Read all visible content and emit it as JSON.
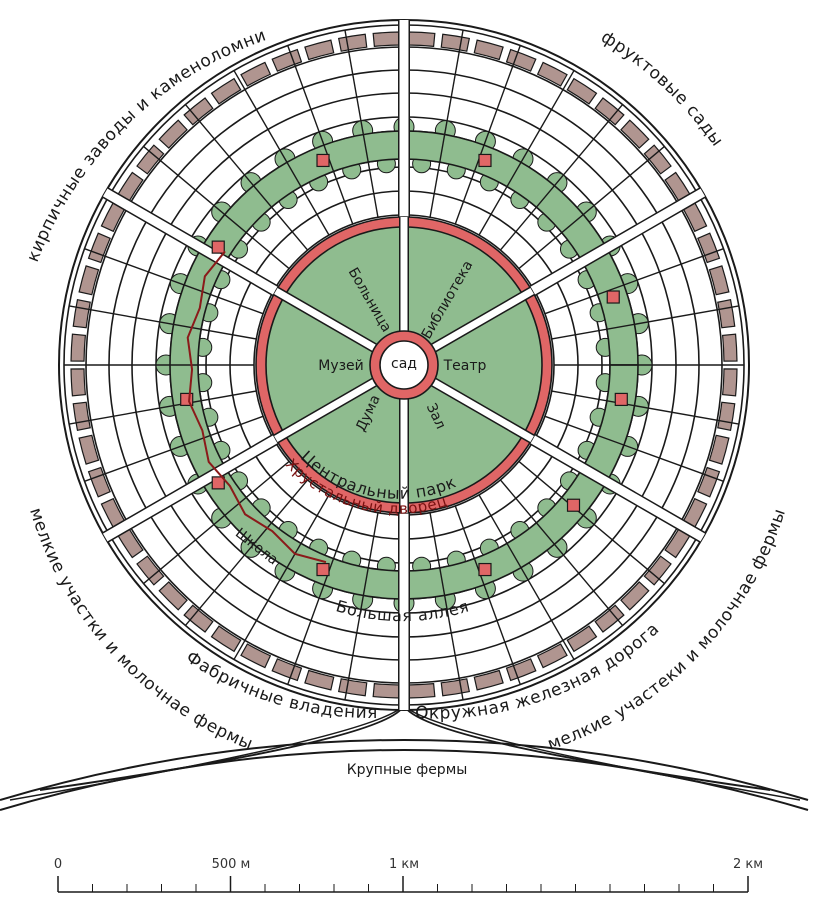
{
  "labels": {
    "brickworks": "кирпичные заводы и каменоломни",
    "orchards": "фруктовые сады",
    "smallholdings_left": "мелкие участки и молочнае фермы",
    "smallholdings_right": "мелкие участеки и молочнае фермы",
    "factories": "Фабричные владения",
    "railway": "Окружная железная дорога",
    "large_farms": "Крупные фермы",
    "central_park": "Центральный парк",
    "crystal_palace": "Хрустальный дворец",
    "grand_avenue": "Большая аллея",
    "school": "Школа",
    "garden": "сад",
    "hospital": "Больница",
    "library": "Библиотека",
    "museum": "Музей",
    "theatre": "Театр",
    "duma": "Дума",
    "hall": "Зал"
  },
  "scale": {
    "ticks": [
      "0",
      "500 м",
      "1 км",
      "2 км"
    ]
  },
  "colors": {
    "park_green": "#8fbc8f",
    "civic_red": "#e06666",
    "brick_brown": "#b09590",
    "line": "#1a1a1a",
    "railway_red": "#8b1a1a"
  }
}
